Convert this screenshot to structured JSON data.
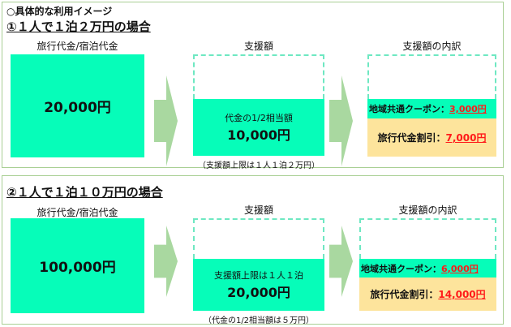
{
  "intro_title": "○具体的な利用イメージ",
  "colors": {
    "fill": "#06fdb9",
    "yellow": "#fde49c",
    "arrow": "#a9d8a0",
    "border": "#a9cf94",
    "red": "#ff1a1a"
  },
  "labels": {
    "cost": "旅行代金/宿泊代金",
    "support": "支援額",
    "breakdown": "支援額の内訳"
  },
  "cases": [
    {
      "heading": "①１人で１泊２万円の場合",
      "cost": "20,000円",
      "support_note": "代金の1/2相当額",
      "support": "10,000円",
      "caption": "（支援額上限は１人１泊２万円）",
      "coupon_label": "地域共通クーポン：",
      "coupon": "3,000円",
      "discount_label": "旅行代金割引：",
      "discount": "7,000円"
    },
    {
      "heading": "②１人で１泊１０万円の場合",
      "cost": "100,000円",
      "support_note": "支援額上限は１人１泊",
      "support": "20,000円",
      "caption": "（代金の1/2相当額は５万円）",
      "coupon_label": "地域共通クーポン：",
      "coupon": "6,000円",
      "discount_label": "旅行代金割引：",
      "discount": "14,000円"
    }
  ]
}
